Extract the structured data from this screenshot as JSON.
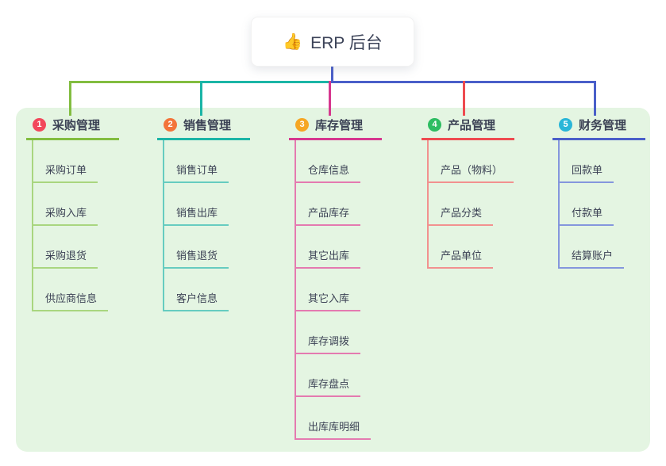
{
  "canvas": {
    "background": "#ffffff",
    "panel_background": "#e4f5e2",
    "text_color": "#3c4255"
  },
  "root": {
    "icon": "👍",
    "label": "ERP 后台",
    "connector_color": "#4a5fc9",
    "background": "#ffffff"
  },
  "branches": [
    {
      "number": "1",
      "label": "采购管理",
      "badge_color": "#f2485c",
      "line_color": "#82bd40",
      "child_line_color": "#a9d67f",
      "children": [
        "采购订单",
        "采购入库",
        "采购退货",
        "供应商信息"
      ]
    },
    {
      "number": "2",
      "label": "销售管理",
      "badge_color": "#f3743a",
      "line_color": "#1bb5a6",
      "child_line_color": "#66ccc0",
      "children": [
        "销售订单",
        "销售出库",
        "销售退货",
        "客户信息"
      ]
    },
    {
      "number": "3",
      "label": "库存管理",
      "badge_color": "#f6a623",
      "line_color": "#d6378e",
      "child_line_color": "#e47ab0",
      "children": [
        "仓库信息",
        "产品库存",
        "其它出库",
        "其它入库",
        "库存调拨",
        "库存盘点",
        "出库库明细"
      ]
    },
    {
      "number": "4",
      "label": "产品管理",
      "badge_color": "#2ebd62",
      "line_color": "#ee4b50",
      "child_line_color": "#f2918f",
      "children": [
        "产品（物料）",
        "产品分类",
        "产品单位"
      ]
    },
    {
      "number": "5",
      "label": "财务管理",
      "badge_color": "#29b6d8",
      "line_color": "#4a5fc9",
      "child_line_color": "#8496dd",
      "children": [
        "回款单",
        "付款单",
        "结算账户"
      ]
    }
  ]
}
